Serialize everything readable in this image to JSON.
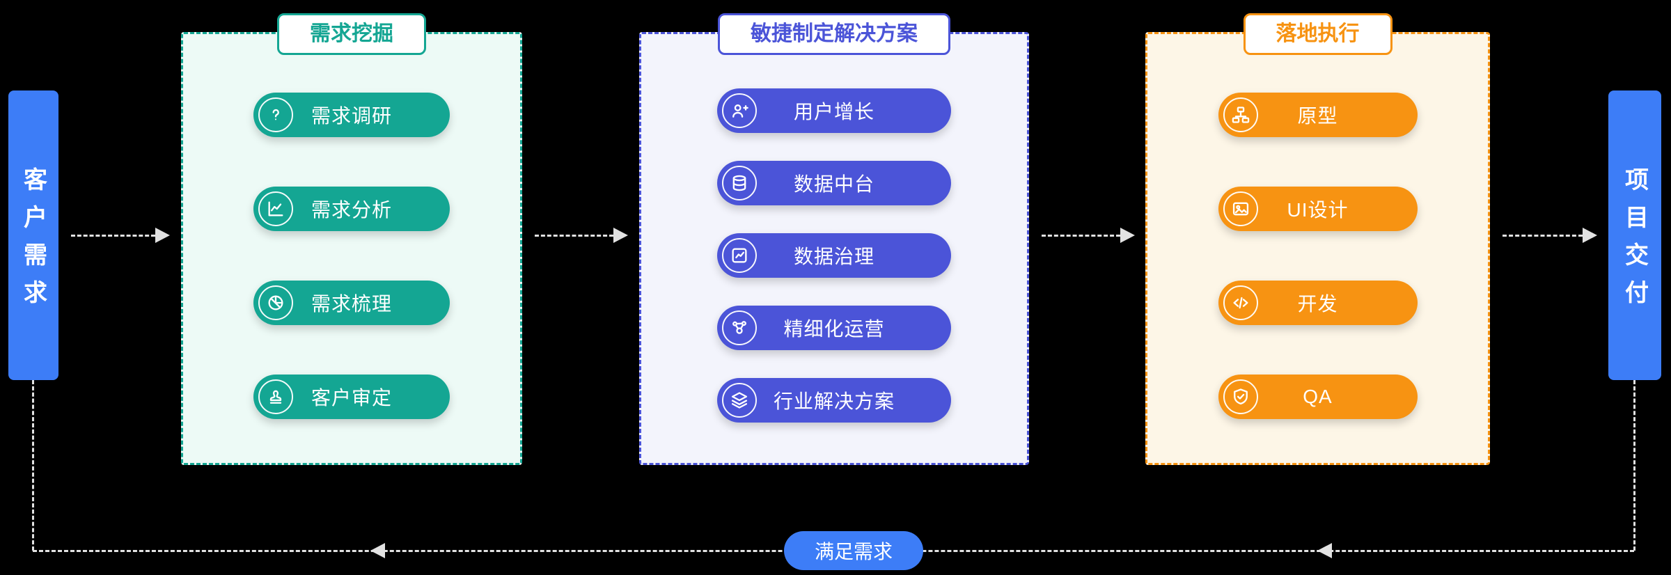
{
  "colors": {
    "background": "#000000",
    "node_blue": "#3d7df7",
    "teal": "#14a693",
    "teal_bg": "#edfaf6",
    "indigo": "#4b54d8",
    "indigo_bg": "#f3f4fc",
    "orange": "#f79312",
    "orange_bg": "#fdf6e7",
    "arrow": "#e2e2e2"
  },
  "left_node": {
    "label": "客户需求"
  },
  "right_node": {
    "label": "项目交付"
  },
  "panels": [
    {
      "title": "需求挖掘",
      "theme": "teal",
      "items": [
        {
          "label": "需求调研",
          "icon": "question-icon"
        },
        {
          "label": "需求分析",
          "icon": "trend-chart-icon"
        },
        {
          "label": "需求梳理",
          "icon": "pie-chart-icon"
        },
        {
          "label": "客户审定",
          "icon": "stamp-icon"
        }
      ]
    },
    {
      "title": "敏捷制定解决方案",
      "theme": "indigo",
      "items": [
        {
          "label": "用户增长",
          "icon": "user-plus-icon"
        },
        {
          "label": "数据中台",
          "icon": "database-icon"
        },
        {
          "label": "数据治理",
          "icon": "chart-board-icon"
        },
        {
          "label": "精细化运营",
          "icon": "network-icon"
        },
        {
          "label": "行业解决方案",
          "icon": "layers-icon"
        }
      ]
    },
    {
      "title": "落地执行",
      "theme": "orange",
      "items": [
        {
          "label": "原型",
          "icon": "sitemap-icon"
        },
        {
          "label": "UI设计",
          "icon": "image-icon"
        },
        {
          "label": "开发",
          "icon": "code-icon"
        },
        {
          "label": "QA",
          "icon": "shield-check-icon"
        }
      ]
    }
  ],
  "feedback": {
    "label": "满足需求"
  }
}
